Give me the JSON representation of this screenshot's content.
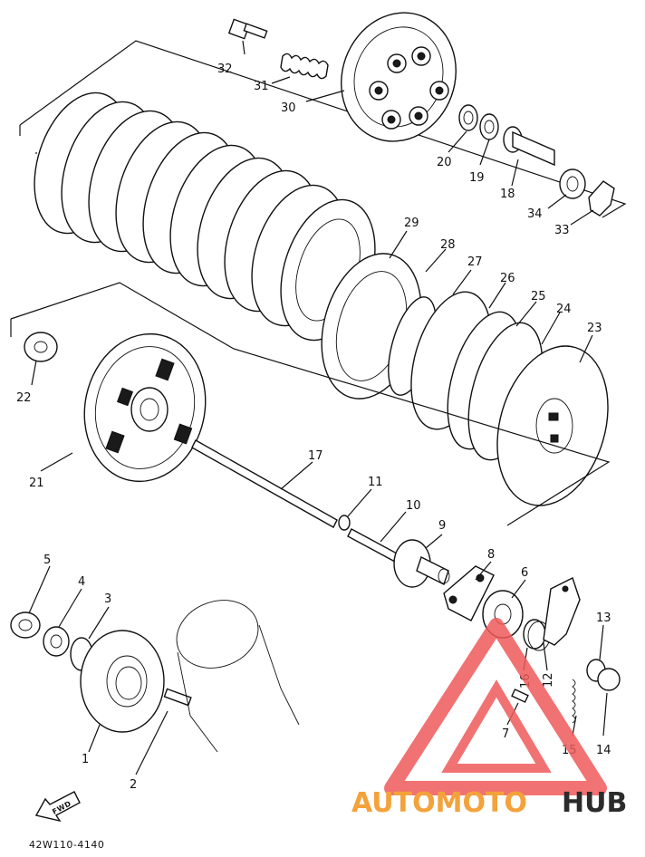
{
  "diagram": {
    "part_code": "42W110-4140",
    "fwd_label": "FWD",
    "watermark": {
      "brand_part1": "AUTOMOTO",
      "brand_part2": "HUB",
      "color_accent": "#f4a23b",
      "color_logo": "#ef5a5a",
      "color_dark": "#2b2b2b"
    },
    "callouts": [
      {
        "id": "c1",
        "text": "1"
      },
      {
        "id": "c2",
        "text": "2"
      },
      {
        "id": "c3",
        "text": "3"
      },
      {
        "id": "c4",
        "text": "4"
      },
      {
        "id": "c5",
        "text": "5"
      },
      {
        "id": "c6",
        "text": "6"
      },
      {
        "id": "c7",
        "text": "7"
      },
      {
        "id": "c8",
        "text": "8"
      },
      {
        "id": "c9",
        "text": "9"
      },
      {
        "id": "c10",
        "text": "10"
      },
      {
        "id": "c11",
        "text": "11"
      },
      {
        "id": "c12",
        "text": "12"
      },
      {
        "id": "c13",
        "text": "13"
      },
      {
        "id": "c14",
        "text": "14"
      },
      {
        "id": "c15",
        "text": "15"
      },
      {
        "id": "c16",
        "text": "16"
      },
      {
        "id": "c17",
        "text": "17"
      },
      {
        "id": "c18",
        "text": "18"
      },
      {
        "id": "c19",
        "text": "19"
      },
      {
        "id": "c20",
        "text": "20"
      },
      {
        "id": "c21",
        "text": "21"
      },
      {
        "id": "c22",
        "text": "22"
      },
      {
        "id": "c23",
        "text": "23"
      },
      {
        "id": "c24",
        "text": "24"
      },
      {
        "id": "c25",
        "text": "25"
      },
      {
        "id": "c26",
        "text": "26"
      },
      {
        "id": "c27",
        "text": "27"
      },
      {
        "id": "c28",
        "text": "28"
      },
      {
        "id": "c29",
        "text": "29"
      },
      {
        "id": "c30",
        "text": "30"
      },
      {
        "id": "c31",
        "text": "31"
      },
      {
        "id": "c32",
        "text": "32"
      },
      {
        "id": "c33",
        "text": "33"
      },
      {
        "id": "c34",
        "text": "34"
      }
    ]
  }
}
